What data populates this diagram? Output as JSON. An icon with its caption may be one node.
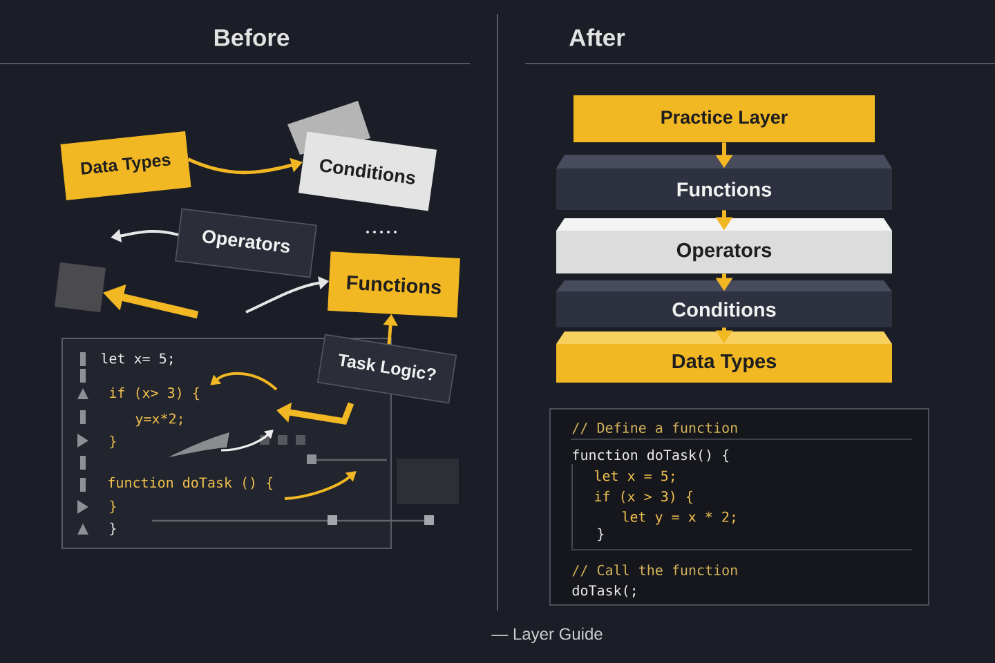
{
  "diagram": {
    "caption": "— Layer Guide",
    "nodes": [
      {
        "text": [
          "Data Types"
        ]
      },
      {
        "text": [
          "Conditions"
        ]
      },
      {
        "text": [
          "Operators"
        ]
      },
      {
        "text": [
          "Functions"
        ]
      },
      {
        "text": [],
        "shape": "box"
      },
      {
        "text": [
          "let x= 5;",
          "if (x> 3) {",
          "y=x*2;",
          "}",
          "function doTask () {",
          "}",
          "}"
        ]
      },
      {
        "text": [
          "Task Logic?"
        ]
      },
      {
        "text": [
          "Practice Layer"
        ]
      },
      {
        "text": [
          "Functions"
        ]
      },
      {
        "text": [
          "Operators"
        ]
      },
      {
        "text": [
          "Conditions"
        ]
      },
      {
        "text": [
          "Data Types"
        ]
      },
      {
        "text": [
          "// Define a function",
          "function doTask() {",
          "let x = 5;",
          "if (x > 3) {",
          "let y = x * 2;",
          "}",
          "// Call the function",
          "doTask(;"
        ]
      }
    ],
    "edges": [
      {
        "from": 0,
        "to": 1,
        "arrow": "to"
      },
      {
        "from": 2,
        "to": null,
        "arrow": "to",
        "color": "#e6e6e6"
      },
      {
        "from": null,
        "to": 4,
        "arrow": "to",
        "style": "thick"
      },
      {
        "from": null,
        "to": 3,
        "arrow": "to",
        "color": "#e6e6e6"
      },
      {
        "from": 6,
        "to": 3,
        "arrow": "to"
      },
      {
        "from": 7,
        "to": 8,
        "arrow": "to"
      },
      {
        "from": 8,
        "to": 9,
        "arrow": "to"
      },
      {
        "from": 9,
        "to": 10,
        "arrow": "to"
      },
      {
        "from": 10,
        "to": 11,
        "arrow": "to"
      }
    ],
    "labels": [
      "Before",
      "After"
    ]
  }
}
